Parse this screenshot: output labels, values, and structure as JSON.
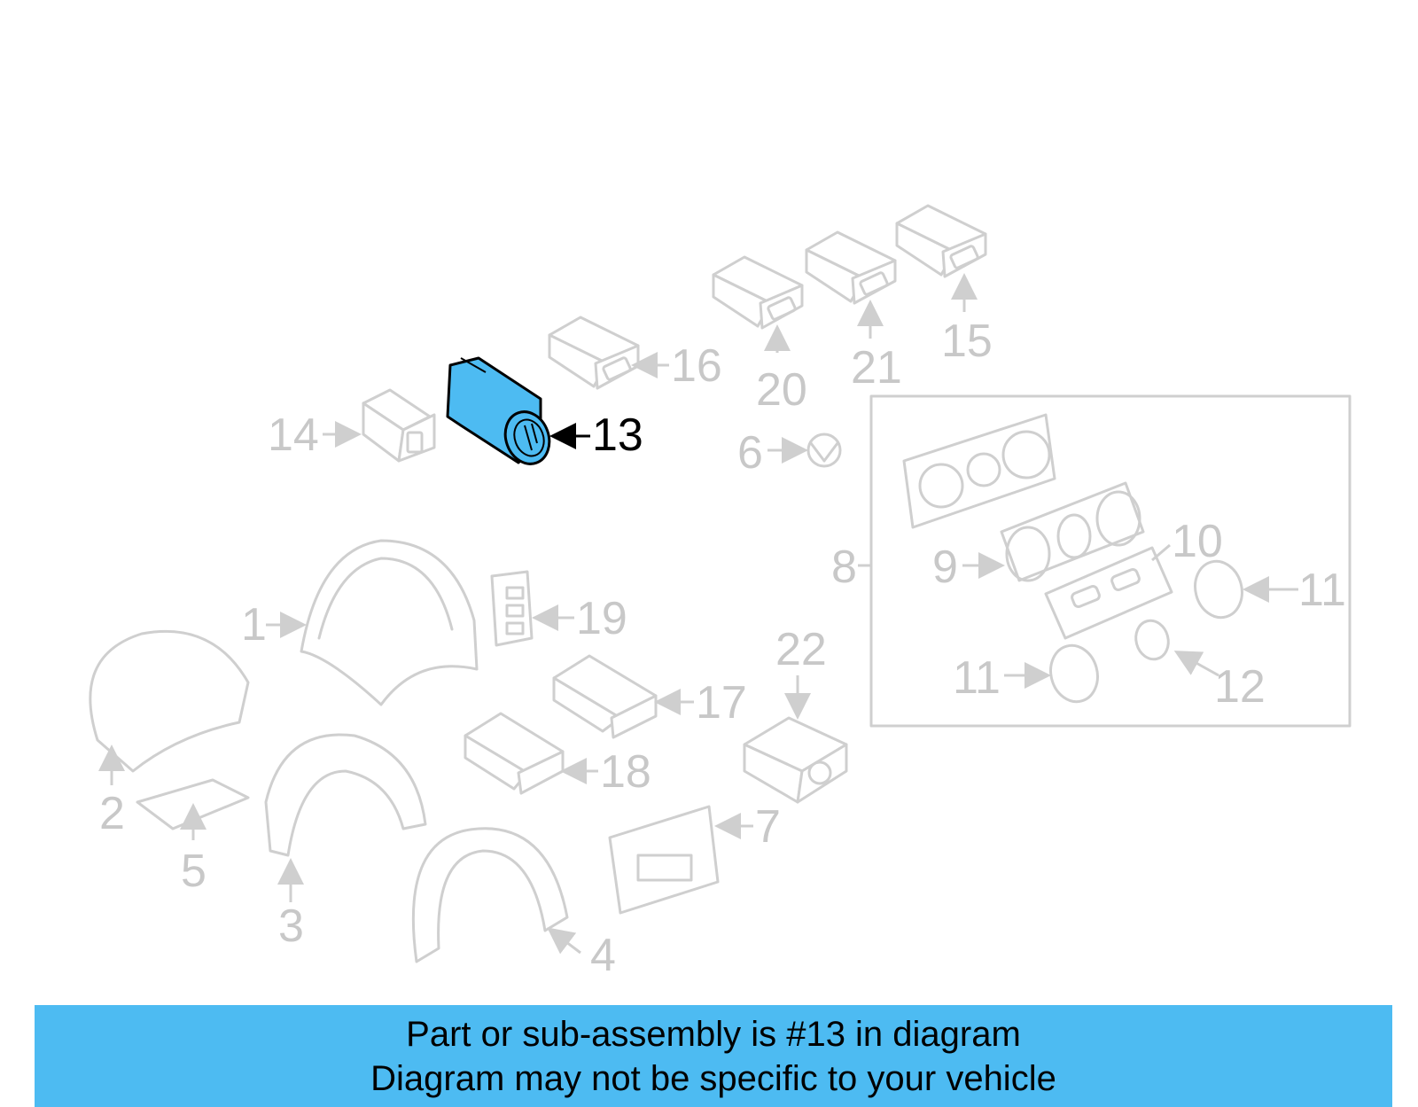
{
  "labels": {
    "p1": "1",
    "p2": "2",
    "p3": "3",
    "p4": "4",
    "p5": "5",
    "p6": "6",
    "p7": "7",
    "p8": "8",
    "p9": "9",
    "p10": "10",
    "p11a": "11",
    "p11b": "11",
    "p12": "12",
    "p13": "13",
    "p14": "14",
    "p15": "15",
    "p16": "16",
    "p17": "17",
    "p18": "18",
    "p19": "19",
    "p20": "20",
    "p21": "21",
    "p22": "22"
  },
  "highlight": {
    "part_number": "13",
    "color": "#4dbbf2"
  },
  "colors": {
    "faded": "#cfcfcf",
    "banner": "#4dbbf2"
  },
  "banner": {
    "line1": "Part or sub-assembly is #13 in diagram",
    "line2": "Diagram may not be specific to your vehicle"
  }
}
